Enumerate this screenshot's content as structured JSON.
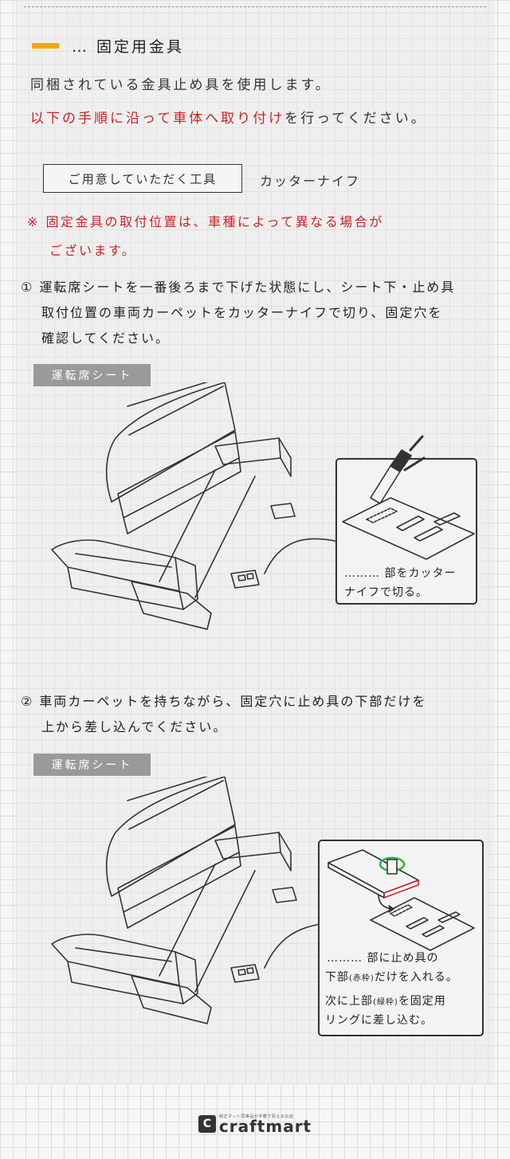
{
  "section": {
    "heading": "… 固定用金具",
    "intro_line1": "同梱されている金具止め具を使用します。",
    "intro_line2_red": "以下の手順に沿って車体へ取り付け",
    "intro_line2_rest": "を行ってください。"
  },
  "tools": {
    "box_label": "ご用意していただく工具",
    "tool_name": "カッターナイフ"
  },
  "notice": {
    "line1": "※ 固定金具の取付位置は、車種によって異なる場合が",
    "line2": "ございます。"
  },
  "step1": {
    "line1": "① 運転席シートを一番後ろまで下げた状態にし、シート下・止め具",
    "line2": "取付位置の車両カーペットをカッターナイフで切り、固定穴を",
    "line3": "確認してください。",
    "badge": "運転席シート",
    "callout_line1": "……… 部をカッター",
    "callout_line2": "ナイフで切る。"
  },
  "step2": {
    "line1": "② 車両カーペットを持ちながら、固定穴に止め具の下部だけを",
    "line2": "上から差し込んでください。",
    "badge": "運転席シート",
    "callout_line1": "……… 部に止め具の",
    "callout_line2a": "下部",
    "callout_line2b": "(赤枠)",
    "callout_line2c": "だけを入れる。",
    "callout_line3a": "次に上部",
    "callout_line3b": "(緑枠)",
    "callout_line3c": "を固定用",
    "callout_line4": "リングに差し込む。"
  },
  "footer": {
    "logo_mark": "C",
    "logo_tagline": "純正マット同等品が手軽で買えるお店",
    "logo_name": "craftmart"
  },
  "colors": {
    "accent": "#f5a800",
    "red": "#c8242b",
    "green": "#2fb04a"
  }
}
